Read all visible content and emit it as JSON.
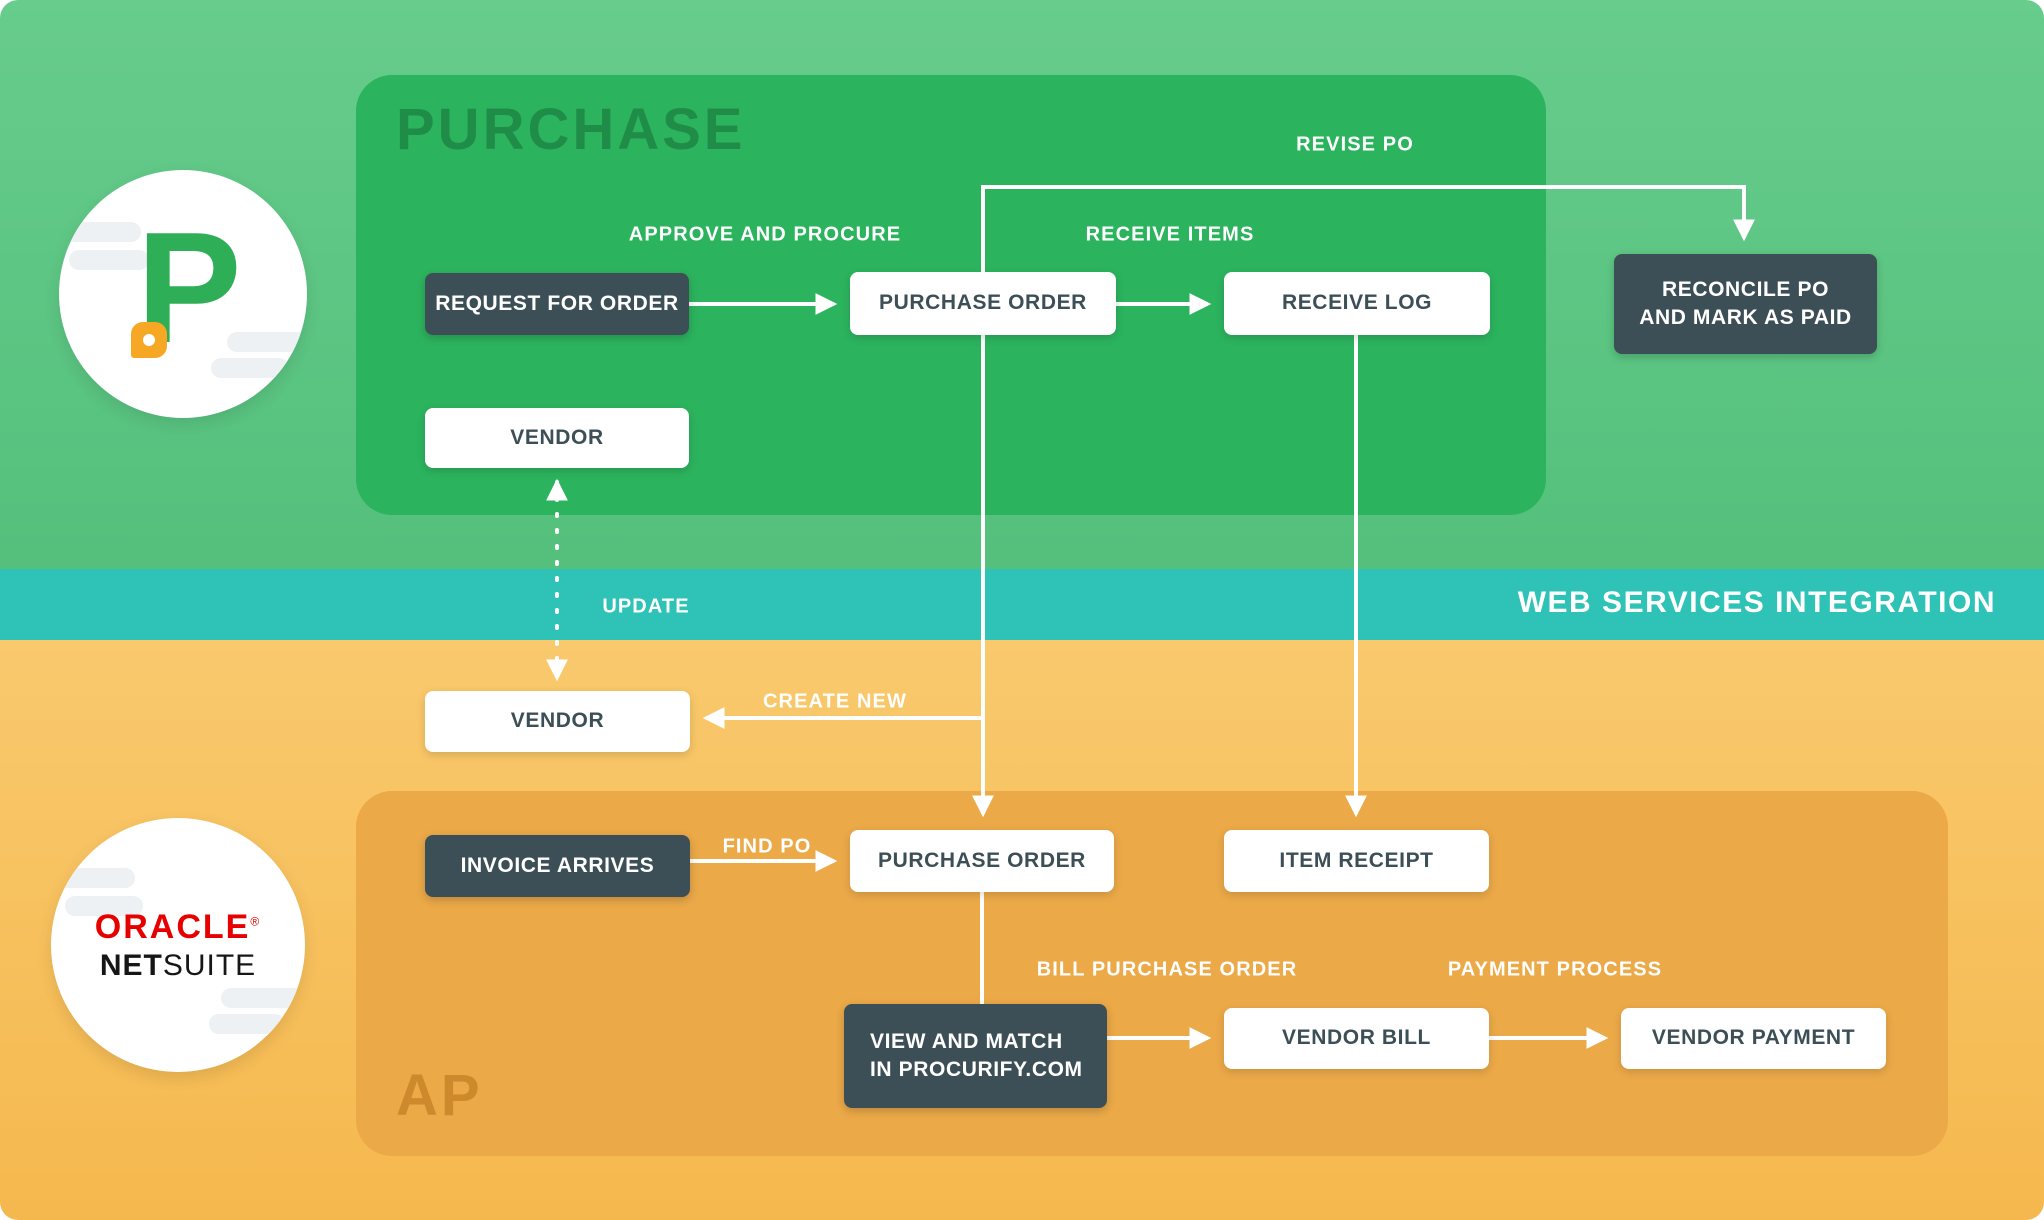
{
  "brand": {
    "procurify_letter": "P",
    "netsuite_line1": "ORACLE",
    "netsuite_reg": "®",
    "netsuite_line2_bold": "NET",
    "netsuite_line2_light": "SUITE"
  },
  "sections": {
    "purchase_title": "PURCHASE",
    "integration_label": "WEB SERVICES INTEGRATION",
    "ap_title": "AP"
  },
  "nodes": {
    "request_for_order": "REQUEST FOR ORDER",
    "purchase_order_top": "PURCHASE ORDER",
    "receive_log": "RECEIVE LOG",
    "reconcile_line1": "RECONCILE PO",
    "reconcile_line2": "AND MARK AS PAID",
    "vendor_top": "VENDOR",
    "vendor_bottom": "VENDOR",
    "invoice_arrives": "INVOICE ARRIVES",
    "purchase_order_bottom": "PURCHASE ORDER",
    "item_receipt": "ITEM RECEIPT",
    "view_match_line1": "VIEW AND MATCH",
    "view_match_line2": "IN PROCURIFY.COM",
    "vendor_bill": "VENDOR BILL",
    "vendor_payment": "VENDOR PAYMENT"
  },
  "edges": {
    "approve_and_procure": "APPROVE AND PROCURE",
    "receive_items": "RECEIVE ITEMS",
    "revise_po": "REVISE PO",
    "update": "UPDATE",
    "create_new": "CREATE NEW",
    "find_po": "FIND PO",
    "bill_purchase_order": "BILL PURCHASE ORDER",
    "payment_process": "PAYMENT PROCESS"
  },
  "colors": {
    "green_background": "#5dc483",
    "green_panel": "#2cb35e",
    "teal_band": "#2fc2b6",
    "orange_background": "#f8c263",
    "orange_panel": "#eba948",
    "dark_node": "#3d4f56",
    "light_node_text": "#3d4f56",
    "wire": "#ffffff",
    "procurify_green": "#2fae58",
    "procurify_orange": "#f6a723",
    "oracle_red": "#e60000"
  }
}
